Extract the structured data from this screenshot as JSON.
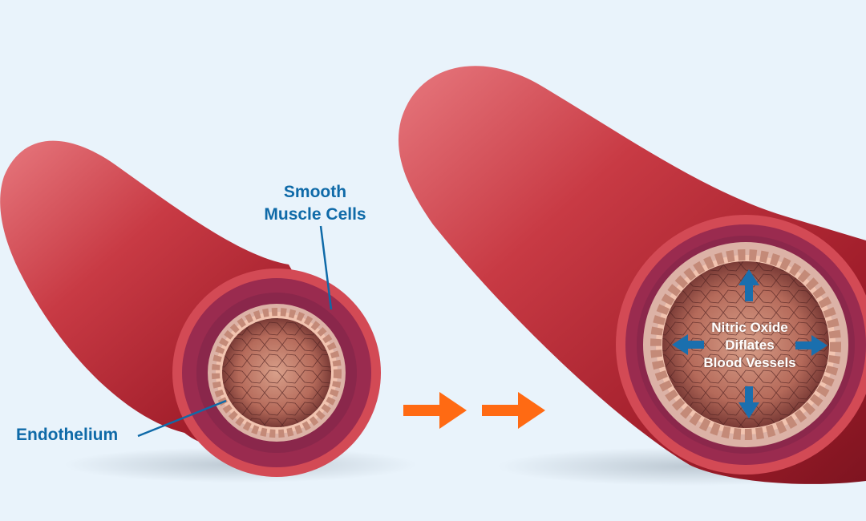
{
  "labels": {
    "smooth_muscle": [
      "Smooth",
      "Muscle Cells"
    ],
    "endothelium": "Endothelium",
    "nitric_oxide": [
      "Nitric Oxide",
      "Diflates",
      "Blood Vessels"
    ]
  },
  "colors": {
    "background": "#e9f3fb",
    "vessel": "#b4222e",
    "label": "#0f6aa8",
    "arrow_orange": "#ff6a13",
    "arrow_blue": "#1a6fae"
  },
  "icons": [
    "arrow-right-icon",
    "arrow-up-icon",
    "arrow-down-icon",
    "arrow-left-icon"
  ]
}
